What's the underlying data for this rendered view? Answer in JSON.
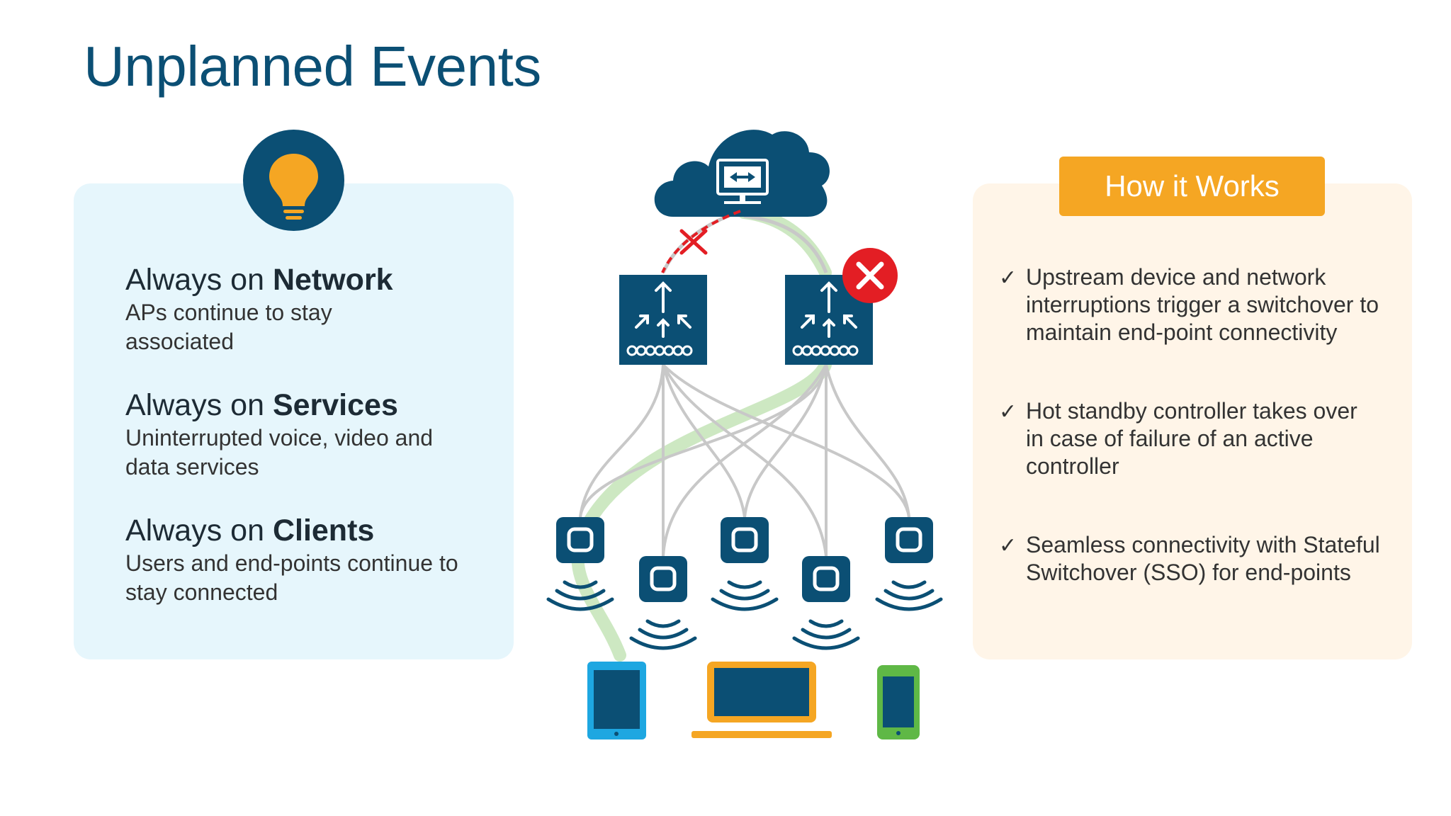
{
  "slide": {
    "title": "Unplanned Events"
  },
  "left_panel": {
    "items": [
      {
        "prefix": "Always on ",
        "bold": "Network",
        "desc": "APs continue to stay associated"
      },
      {
        "prefix": "Always on ",
        "bold": "Services",
        "desc": "Uninterrupted voice, video and data services"
      },
      {
        "prefix": "Always on ",
        "bold": "Clients",
        "desc": "Users and end-points continue to stay connected"
      }
    ]
  },
  "right_panel": {
    "button_label": "How it Works",
    "check": "✓",
    "bullets": [
      "Upstream device and network interruptions trigger a switchover to maintain end-point connectivity",
      "Hot standby controller takes over in case of failure of an active controller",
      "Seamless connectivity with Stateful Switchover (SSO) for end-points"
    ]
  },
  "colors": {
    "title": "#0b4f74",
    "dark_blue": "#0b4f74",
    "orange": "#f5a623",
    "red": "#e31e24",
    "green_path": "#cde8c2",
    "left_bg": "#e6f6fc",
    "right_bg": "#fff5e8"
  },
  "icons": {
    "bulb": "lightbulb-icon",
    "cloud": "cloud-icon",
    "server": "server-icon",
    "controller": "wireless-controller-icon",
    "failure": "failure-x-icon",
    "ap": "access-point-icon",
    "tablet": "tablet-icon",
    "laptop": "laptop-icon",
    "phone": "phone-icon"
  }
}
